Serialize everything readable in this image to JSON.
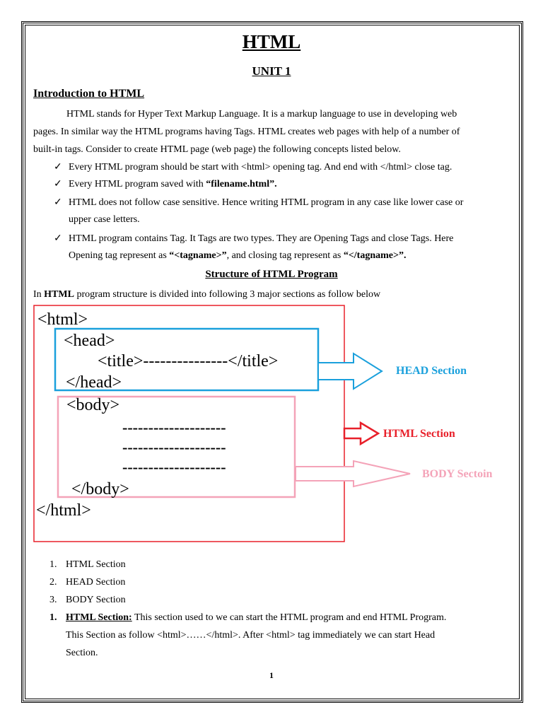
{
  "title": "HTML",
  "unit": "UNIT 1",
  "intro": {
    "heading": "Introduction to HTML",
    "line1": "HTML stands for Hyper Text Markup Language. It is a markup language to use in developing web",
    "line2": "pages. In similar way the HTML programs having Tags. HTML creates web pages with help of a number of",
    "line3": "built-in tags. Consider to create HTML page (web page) the following concepts listed below."
  },
  "bullets": {
    "check": "✓",
    "b1": "Every HTML program should be start with <html> opening tag. And end with </html> close tag.",
    "b2_pre": "Every HTML program saved with ",
    "b2_bold": "“filename.html”.",
    "b3_l1": "HTML does not follow case sensitive.  Hence writing HTML program in any case like lower case or",
    "b3_l2": "upper case letters.",
    "b4_l1": "HTML program contains Tag. It Tags are two types. They are Opening Tags and close Tags. Here",
    "b4_l2_a": "Opening tag represent as ",
    "b4_l2_b": "“<tagname>”",
    "b4_l2_c": ", and closing tag represent as ",
    "b4_l2_d": "“</tagname>”."
  },
  "structure": {
    "heading": "Structure of HTML Program",
    "intro_a": "In ",
    "intro_b": "HTML",
    "intro_c": " program structure is divided into following 3 major sections as follow below"
  },
  "diagram": {
    "html_open": "<html>",
    "head_open": "<head>",
    "title_line": "<title>---------------</title>",
    "head_close": "</head>",
    "body_open": "<body>",
    "dash1": "--------------------",
    "dash2": "--------------------",
    "dash3": "--------------------",
    "body_close": "</body>",
    "html_close": "</html>",
    "label_head": "HEAD Section",
    "label_html": "HTML Section",
    "label_body": "BODY Sectoin",
    "colors": {
      "html": "#e8202a",
      "head": "#1aa0dc",
      "body": "#f4a3b8"
    }
  },
  "sections_list": [
    {
      "num": "1.",
      "label": "HTML Section"
    },
    {
      "num": "2.",
      "label": "HEAD Section"
    },
    {
      "num": "3.",
      "label": "BODY Section"
    }
  ],
  "section1": {
    "num": "1.",
    "heading": "HTML Section:",
    "l1": " This section used to we can start the HTML program and end HTML Program.",
    "l2": "This Section as follow <html>……</html>. After <html> tag immediately we can start Head",
    "l3": "Section."
  },
  "page_number": "1"
}
